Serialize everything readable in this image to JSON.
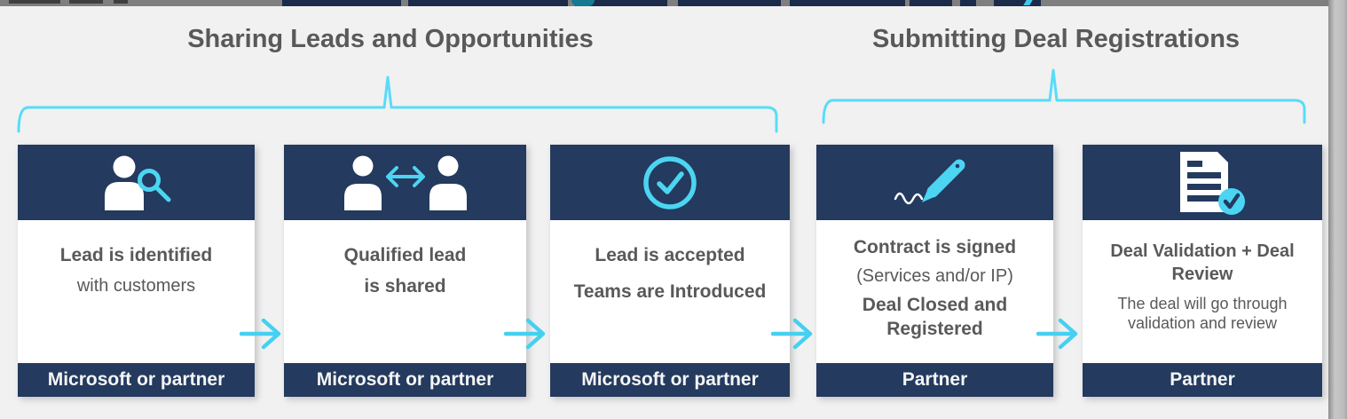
{
  "sections": [
    {
      "title": "Sharing Leads and Opportunities"
    },
    {
      "title": "Submitting Deal Registrations"
    }
  ],
  "cards": [
    {
      "icon": "person-search-icon",
      "lines": [
        {
          "text": "Lead is identified",
          "bold": true
        },
        {
          "text": "with customers",
          "bold": false
        }
      ],
      "footer": "Microsoft or partner"
    },
    {
      "icon": "people-exchange-icon",
      "lines": [
        {
          "text": "Qualified lead",
          "bold": true
        },
        {
          "text": "is shared",
          "bold": true
        }
      ],
      "footer": "Microsoft or partner"
    },
    {
      "icon": "check-circle-icon",
      "lines": [
        {
          "text": "Lead is accepted",
          "bold": true
        },
        {
          "text": "Teams are Introduced",
          "bold": true
        }
      ],
      "footer": "Microsoft or partner"
    },
    {
      "icon": "pen-signature-icon",
      "lines": [
        {
          "text": "Contract is signed",
          "bold": true
        },
        {
          "text": "(Services and/or IP)",
          "bold": false
        },
        {
          "text": "Deal Closed and Registered",
          "bold": true
        }
      ],
      "footer": "Partner"
    },
    {
      "icon": "document-check-icon",
      "lines": [
        {
          "text": "Deal Validation + Deal Review",
          "bold": true
        },
        {
          "text": "The deal will go through validation and review",
          "bold": false
        }
      ],
      "footer": "Partner"
    }
  ],
  "colors": {
    "navy": "#243A5E",
    "cyan": "#4BD5F2",
    "brace_cyan": "#58DCF8",
    "background": "#F1F1F2",
    "title_text": "#595959",
    "body_text": "#595959",
    "footer_text": "#F5F5F5"
  }
}
